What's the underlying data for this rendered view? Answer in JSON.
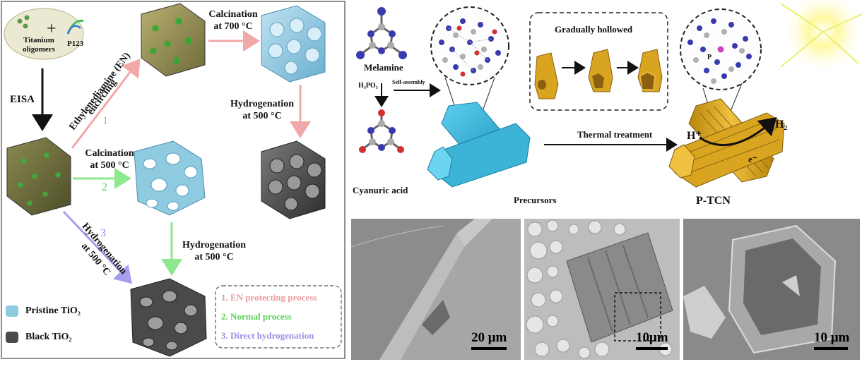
{
  "left": {
    "start_label": "Titanium oligomers",
    "start_label_line1": "Titanium",
    "start_label_line2": "oligomers",
    "plus": "+",
    "p123": "P123",
    "eisa": "EISA",
    "en_label_line1": "Ethylenediamine (EN)",
    "en_label_line2": "encircling",
    "calc700_line1": "Calcination",
    "calc700_line2": "at 700 °C",
    "hyd500_top_line1": "Hydrogenation",
    "hyd500_top_line2": "at 500 °C",
    "calc500_line1": "Calcination",
    "calc500_line2": "at 500 °C",
    "hyd500_mid_line1": "Hydrogenation",
    "hyd500_mid_line2": "at 500 °C",
    "hyd_diag_line1": "Hydrogenation",
    "hyd_diag_line2": "at 500 °C",
    "path_num_1": "1",
    "path_num_2": "2",
    "path_num_3": "3",
    "legend": [
      {
        "label": "Pristine TiO₂",
        "color": "#8ecae0"
      },
      {
        "label": "Black TiO₂",
        "color": "#4a4a4a"
      }
    ],
    "processes": [
      {
        "label": "1. EN protecting process",
        "color": "#e89a9a"
      },
      {
        "label": "2. Normal process",
        "color": "#6ee06e"
      },
      {
        "label": "3. Direct hydrogenation",
        "color": "#9a8ee8"
      }
    ]
  },
  "right": {
    "melamine": "Melamine",
    "h3po3": "H₃PO₃",
    "self_assembly": "Self-assembly",
    "cyanuric_acid": "Cyanuric acid",
    "precursors": "Precursors",
    "gradually_hollowed": "Gradually hollowed",
    "thermal_treatment": "Thermal treatment",
    "p_label": "P",
    "h_plus": "H⁺",
    "e_minus": "e⁻",
    "h2": "H₂",
    "ptcn": "P-TCN"
  },
  "micrographs": [
    {
      "scale": "20 μm"
    },
    {
      "scale": "10μm"
    },
    {
      "scale": "10 μm"
    }
  ],
  "colors": {
    "arrow_pink": "#f0a8a8",
    "arrow_green": "#8ee88e",
    "arrow_purple": "#a89ef0",
    "pristine": "#8ecae0",
    "black": "#4a4a4a",
    "precursor_blue": "#3cb4d8",
    "gold": "#d9a520"
  }
}
